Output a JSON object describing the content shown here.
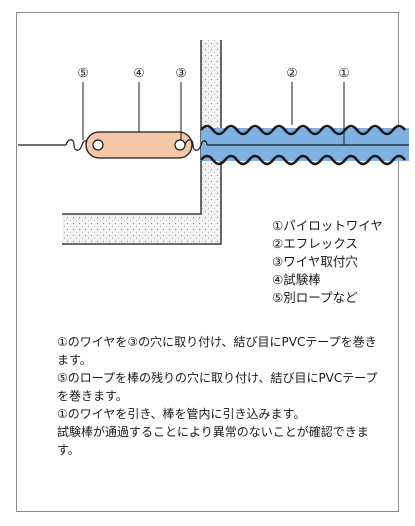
{
  "markers": [
    "⑤",
    "④",
    "③",
    "②",
    "①"
  ],
  "legend": [
    "①パイロットワイヤ",
    "②エフレックス",
    "③ワイヤ取付穴",
    "④試験棒",
    "⑤別ロープなど"
  ],
  "description": [
    "①のワイヤを③の穴に取り付け、結び目にPVCテープを巻きます。",
    "⑤のロープを棒の残りの穴に取り付け、結び目にPVCテープを巻きます。",
    "①のワイヤを引き、棒を管内に引き込みます。",
    "試験棒が通過することにより異常のないことが確認できます。"
  ],
  "colors": {
    "test_rod_fill": "#f3c7a8",
    "conduit_fill": "#7fb2e3",
    "corrugation": "#1a1a1a",
    "concrete_fill": "#eeeeee"
  }
}
